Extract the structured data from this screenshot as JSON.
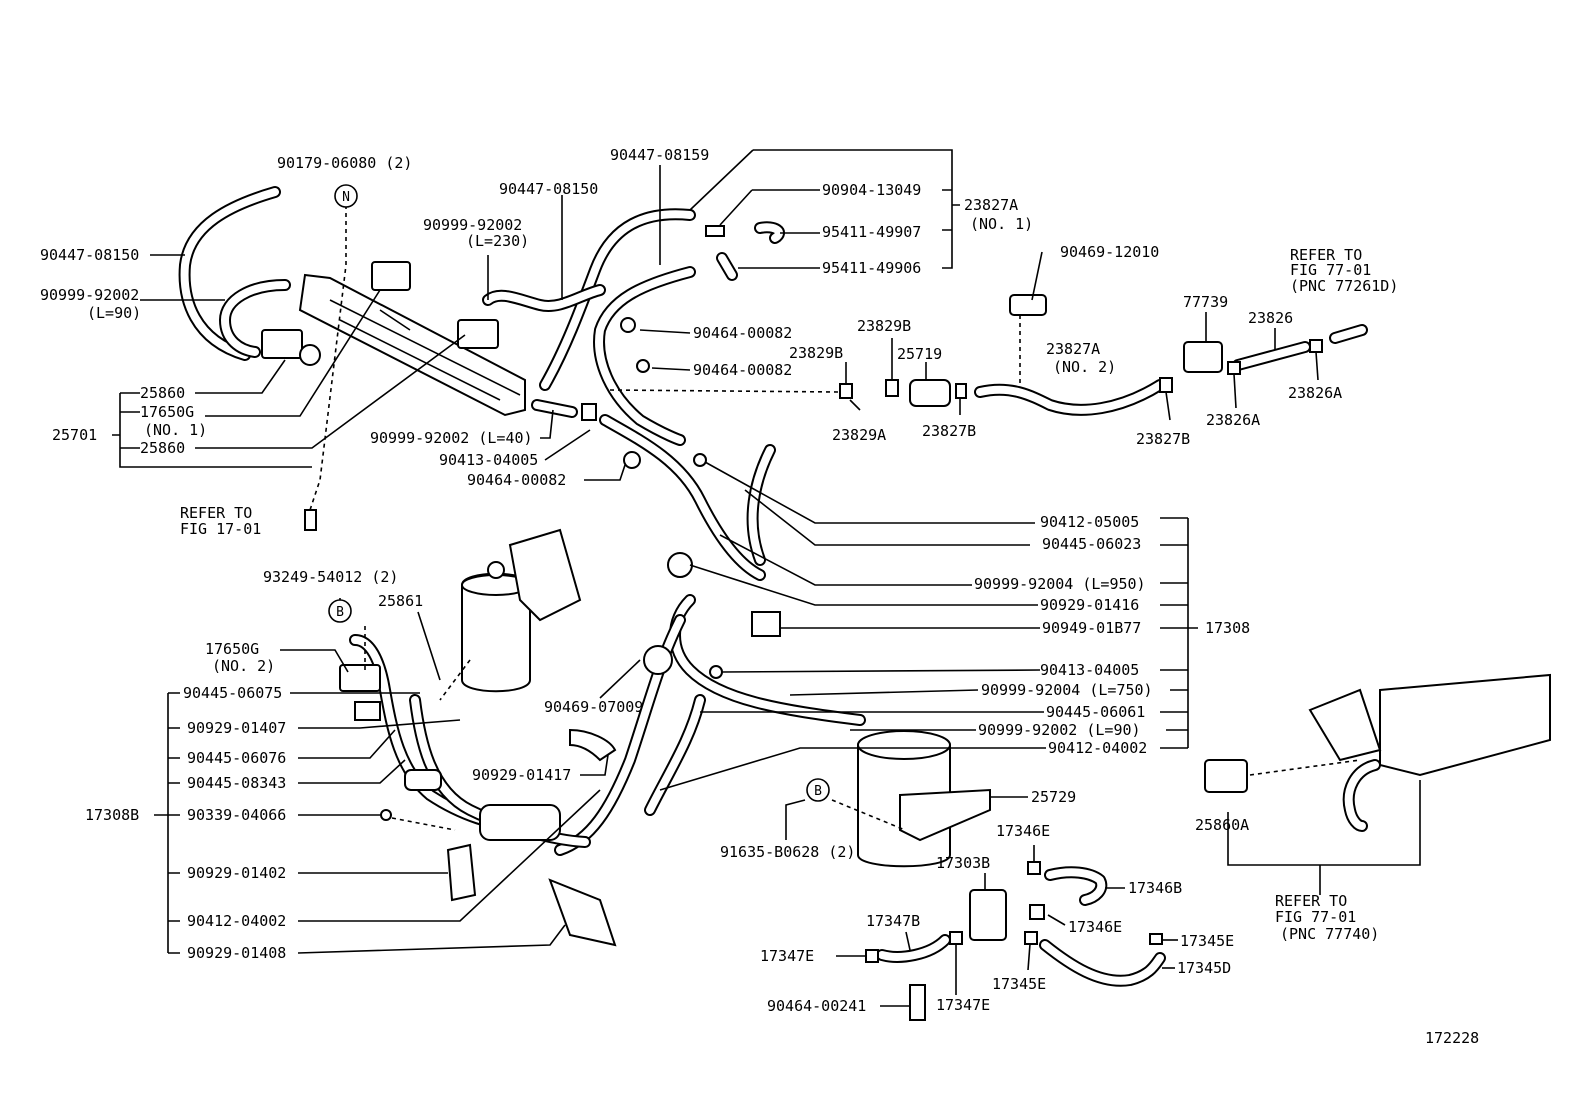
{
  "diagram": {
    "figure_number": "172228",
    "labels": [
      {
        "id": "l1",
        "text": "90179-06080 (2)"
      },
      {
        "id": "l2",
        "text": "90447-08159"
      },
      {
        "id": "l3",
        "text": "90447-08150"
      },
      {
        "id": "l4",
        "text": "90904-13049"
      },
      {
        "id": "l5",
        "text": "23827A"
      },
      {
        "id": "l6",
        "text": "(NO. 1)"
      },
      {
        "id": "l7",
        "text": "95411-49907"
      },
      {
        "id": "l8",
        "text": "95411-49906"
      },
      {
        "id": "l9",
        "text": "90999-92002"
      },
      {
        "id": "l10",
        "text": "(L=230)"
      },
      {
        "id": "l11",
        "text": "90447-08150"
      },
      {
        "id": "l12",
        "text": "90999-92002"
      },
      {
        "id": "l13",
        "text": "(L=90)"
      },
      {
        "id": "l14",
        "text": "90469-12010"
      },
      {
        "id": "l15",
        "text": "REFER TO"
      },
      {
        "id": "l16",
        "text": "FIG 77-01"
      },
      {
        "id": "l17",
        "text": "(PNC 77261D)"
      },
      {
        "id": "l18",
        "text": "77739"
      },
      {
        "id": "l19",
        "text": "23826"
      },
      {
        "id": "l20",
        "text": "90464-00082"
      },
      {
        "id": "l21",
        "text": "23829B"
      },
      {
        "id": "l22",
        "text": "23829B"
      },
      {
        "id": "l23",
        "text": "25719"
      },
      {
        "id": "l24",
        "text": "23827A"
      },
      {
        "id": "l25",
        "text": "(NO. 2)"
      },
      {
        "id": "l26",
        "text": "90464-00082"
      },
      {
        "id": "l27",
        "text": "25860"
      },
      {
        "id": "l28",
        "text": "17650G"
      },
      {
        "id": "l29",
        "text": "(NO. 1)"
      },
      {
        "id": "l30",
        "text": "25701"
      },
      {
        "id": "l31",
        "text": "25860"
      },
      {
        "id": "l32",
        "text": "90999-92002 (L=40)"
      },
      {
        "id": "l33",
        "text": "23829A"
      },
      {
        "id": "l34",
        "text": "23827B"
      },
      {
        "id": "l35",
        "text": "23827B"
      },
      {
        "id": "l36",
        "text": "23826A"
      },
      {
        "id": "l37",
        "text": "23826A"
      },
      {
        "id": "l38",
        "text": "90413-04005"
      },
      {
        "id": "l39",
        "text": "90464-00082"
      },
      {
        "id": "l40",
        "text": "REFER TO"
      },
      {
        "id": "l41",
        "text": "FIG 17-01"
      },
      {
        "id": "l42",
        "text": "90412-05005"
      },
      {
        "id": "l43",
        "text": "90445-06023"
      },
      {
        "id": "l44",
        "text": "93249-54012 (2)"
      },
      {
        "id": "l45",
        "text": "90999-92004 (L=950)"
      },
      {
        "id": "l46",
        "text": "25861"
      },
      {
        "id": "l47",
        "text": "90929-01416"
      },
      {
        "id": "l48",
        "text": "90949-01B77"
      },
      {
        "id": "l49",
        "text": "17308"
      },
      {
        "id": "l50",
        "text": "17650G"
      },
      {
        "id": "l51",
        "text": "(NO. 2)"
      },
      {
        "id": "l52",
        "text": "90413-04005"
      },
      {
        "id": "l53",
        "text": "90445-06075"
      },
      {
        "id": "l54",
        "text": "90999-92004 (L=750)"
      },
      {
        "id": "l55",
        "text": "90469-07009"
      },
      {
        "id": "l56",
        "text": "90445-06061"
      },
      {
        "id": "l57",
        "text": "90929-01407"
      },
      {
        "id": "l58",
        "text": "90999-92002 (L=90)"
      },
      {
        "id": "l59",
        "text": "90412-04002"
      },
      {
        "id": "l60",
        "text": "90445-06076"
      },
      {
        "id": "l61",
        "text": "90929-01417"
      },
      {
        "id": "l62",
        "text": "90445-08343"
      },
      {
        "id": "l63",
        "text": "25729"
      },
      {
        "id": "l64",
        "text": "17308B"
      },
      {
        "id": "l65",
        "text": "90339-04066"
      },
      {
        "id": "l66",
        "text": "25860A"
      },
      {
        "id": "l67",
        "text": "17346E"
      },
      {
        "id": "l68",
        "text": "91635-B0628 (2)"
      },
      {
        "id": "l69",
        "text": "17303B"
      },
      {
        "id": "l70",
        "text": "90929-01402"
      },
      {
        "id": "l71",
        "text": "17346B"
      },
      {
        "id": "l72",
        "text": "REFER TO"
      },
      {
        "id": "l73",
        "text": "FIG 77-01"
      },
      {
        "id": "l74",
        "text": "(PNC 77740)"
      },
      {
        "id": "l75",
        "text": "17347B"
      },
      {
        "id": "l76",
        "text": "17346E"
      },
      {
        "id": "l77",
        "text": "90412-04002"
      },
      {
        "id": "l78",
        "text": "17345E"
      },
      {
        "id": "l79",
        "text": "17347E"
      },
      {
        "id": "l80",
        "text": "17345E"
      },
      {
        "id": "l81",
        "text": "17345D"
      },
      {
        "id": "l82",
        "text": "90929-01408"
      },
      {
        "id": "l83",
        "text": "90464-00241"
      },
      {
        "id": "l84",
        "text": "17347E"
      }
    ],
    "markers": [
      {
        "id": "mN",
        "text": "N"
      },
      {
        "id": "mB1",
        "text": "B"
      },
      {
        "id": "mB2",
        "text": "B"
      }
    ]
  }
}
